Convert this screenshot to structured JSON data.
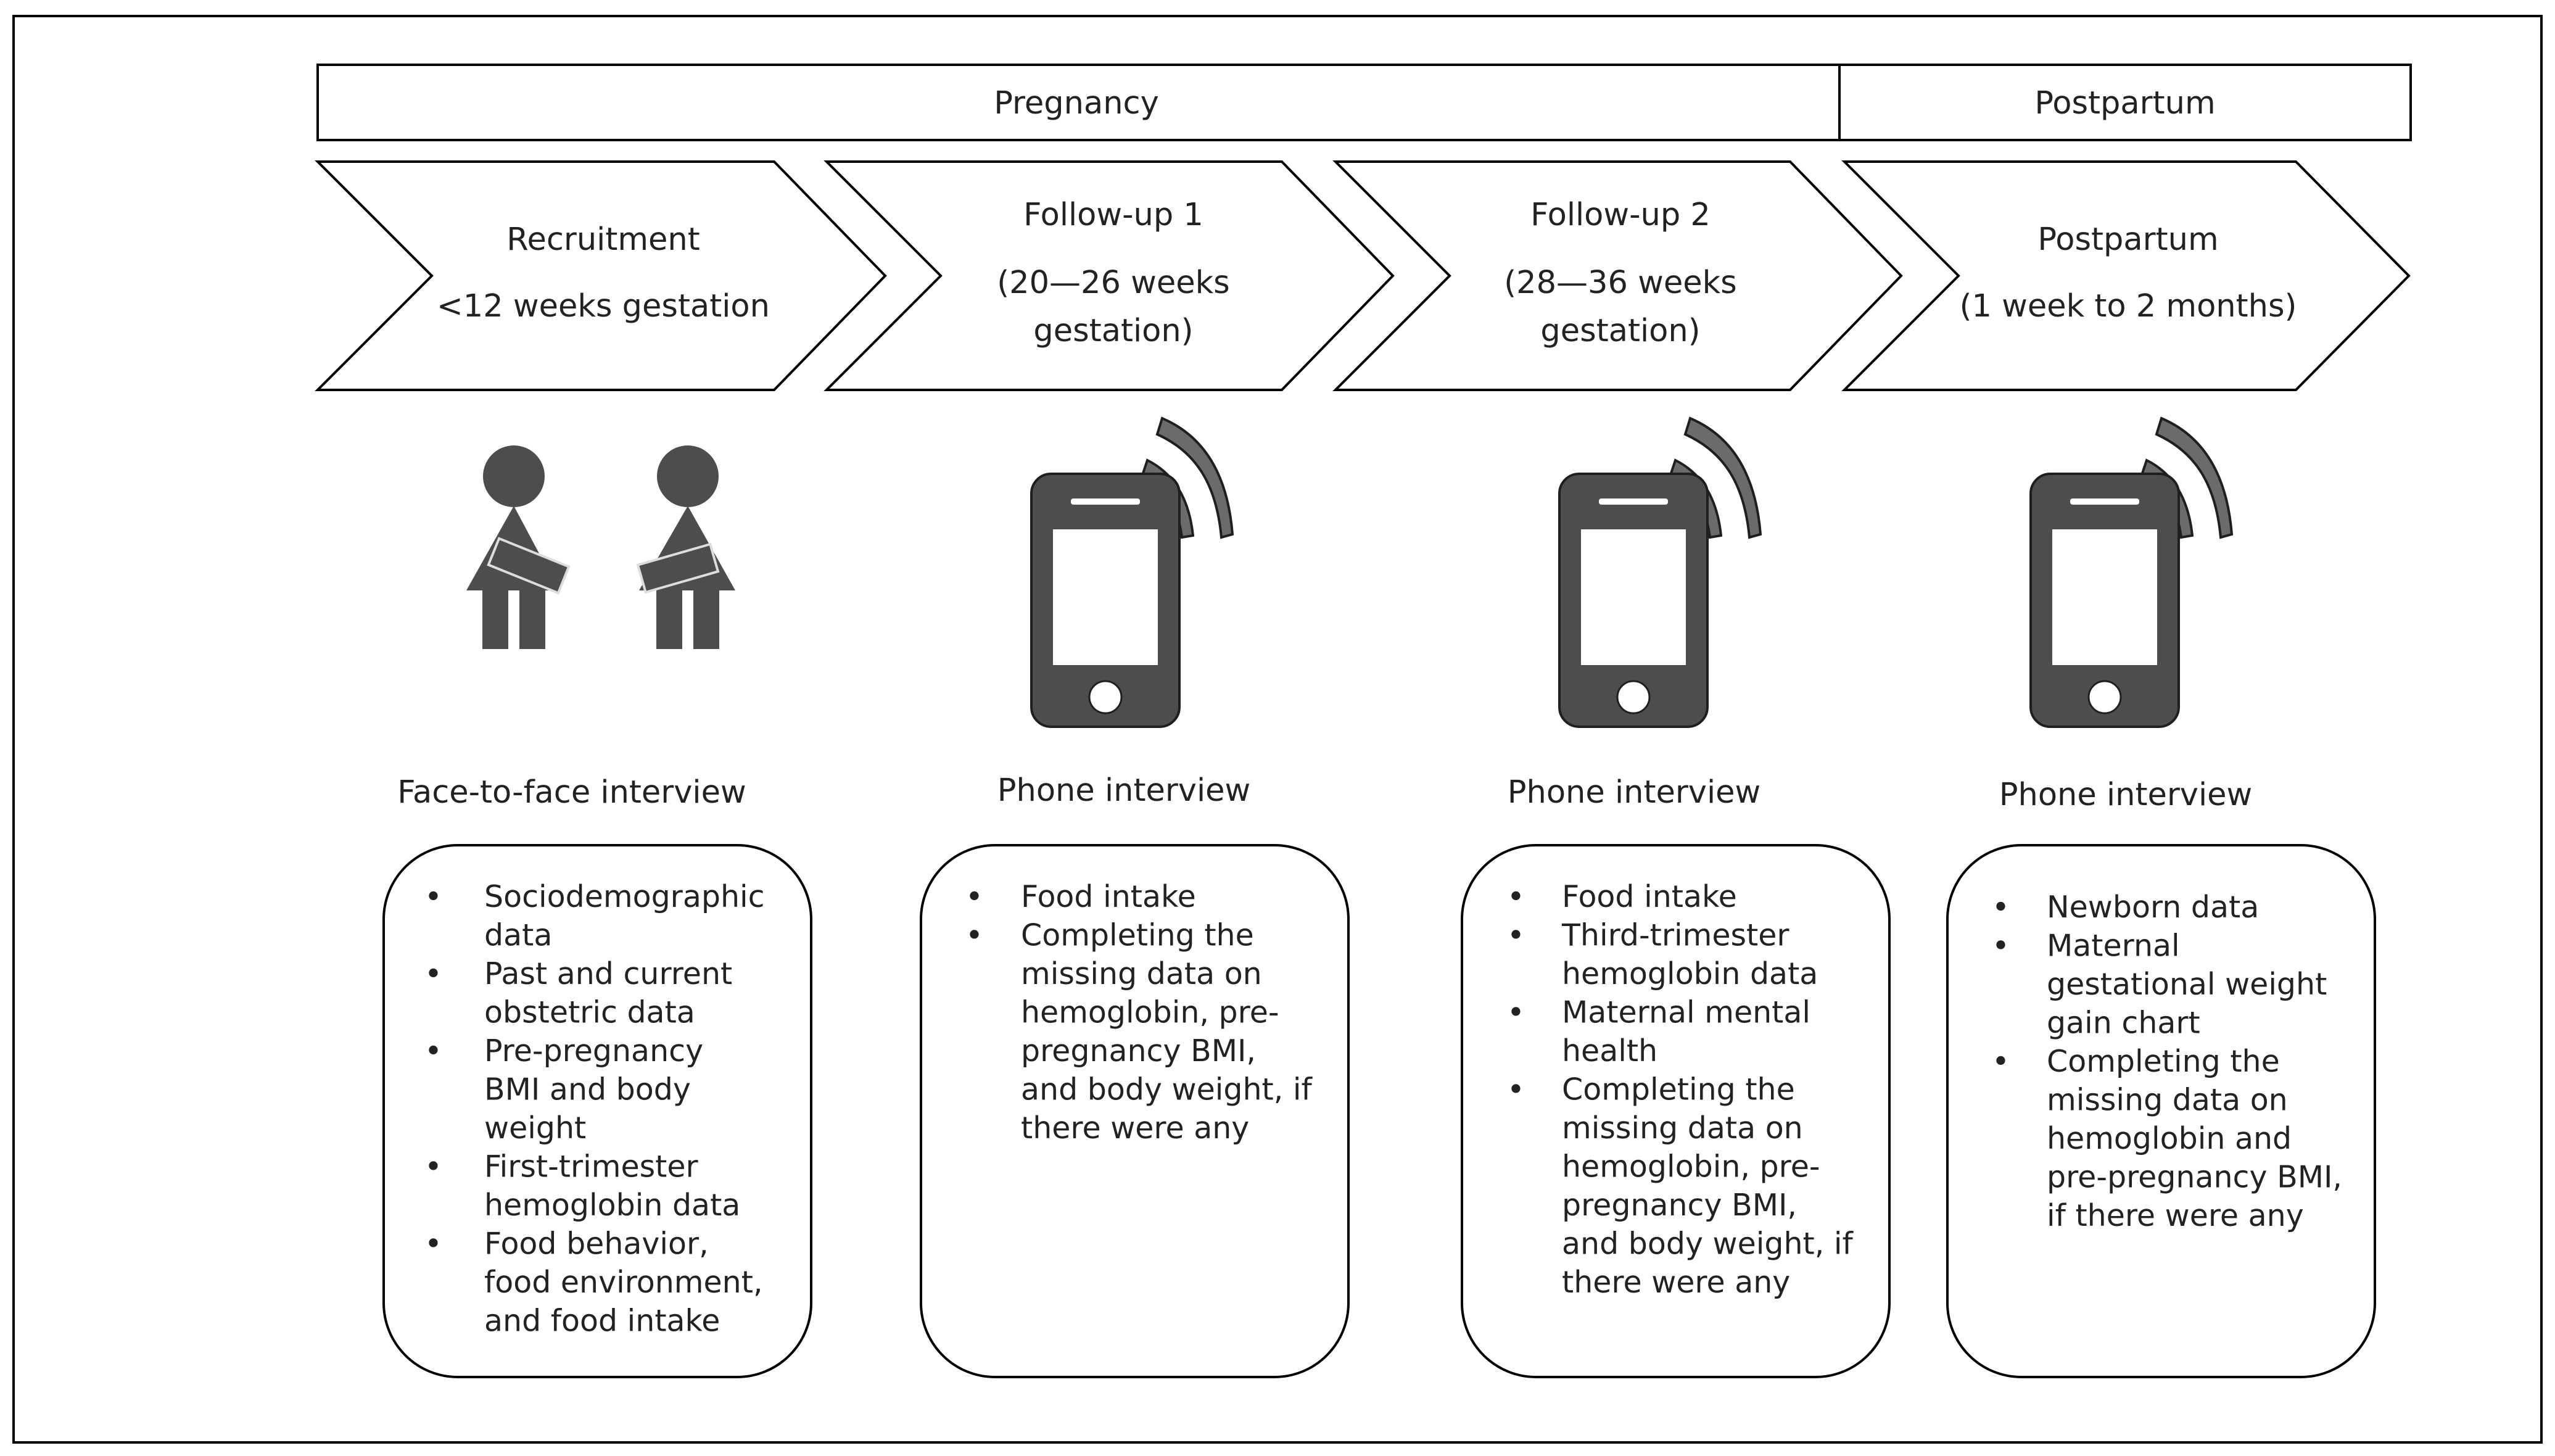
{
  "colors": {
    "outline": "#000000",
    "icon_fill": "#4d4d4d",
    "icon_stroke": "#1f1f1f",
    "screen": "#ffffff",
    "text": "#222222"
  },
  "header": {
    "pregnancy": "Pregnancy",
    "postpartum": "Postpartum"
  },
  "stages": [
    {
      "title": "Recruitment",
      "detail": [
        "<12 weeks gestation"
      ],
      "icon": "pregnant-women-icon",
      "mode": "Face-to-face interview",
      "items": [
        [
          "Sociodemographic",
          "data"
        ],
        [
          "Past and current",
          "obstetric data"
        ],
        [
          "Pre-pregnancy",
          "BMI and body",
          "weight"
        ],
        [
          "First-trimester",
          "hemoglobin data"
        ],
        [
          "Food behavior,",
          "food environment,",
          "and food intake"
        ]
      ]
    },
    {
      "title": "Follow-up 1",
      "detail": [
        "(20—26 weeks",
        "gestation)"
      ],
      "icon": "mobile-phone-icon",
      "mode": "Phone interview",
      "items": [
        [
          "Food intake"
        ],
        [
          "Completing the",
          "missing data on",
          "hemoglobin, pre-",
          "pregnancy BMI,",
          "and body weight, if",
          "there were any"
        ]
      ]
    },
    {
      "title": "Follow-up 2",
      "detail": [
        "(28—36 weeks",
        "gestation)"
      ],
      "icon": "mobile-phone-icon",
      "mode": "Phone interview",
      "items": [
        [
          "Food intake"
        ],
        [
          "Third-trimester",
          "hemoglobin data"
        ],
        [
          "Maternal mental",
          "health"
        ],
        [
          "Completing the",
          "missing data on",
          "hemoglobin, pre-",
          "pregnancy BMI,",
          "and body weight, if",
          "there were any"
        ]
      ]
    },
    {
      "title": "Postpartum",
      "detail": [
        "(1 week to 2 months)"
      ],
      "icon": "mobile-phone-icon",
      "mode": "Phone interview",
      "items": [
        [
          "Newborn data"
        ],
        [
          "Maternal",
          "gestational weight",
          "gain chart"
        ],
        [
          "Completing the",
          "missing data on",
          "hemoglobin and",
          "pre-pregnancy BMI,",
          "if there were any"
        ]
      ]
    }
  ]
}
